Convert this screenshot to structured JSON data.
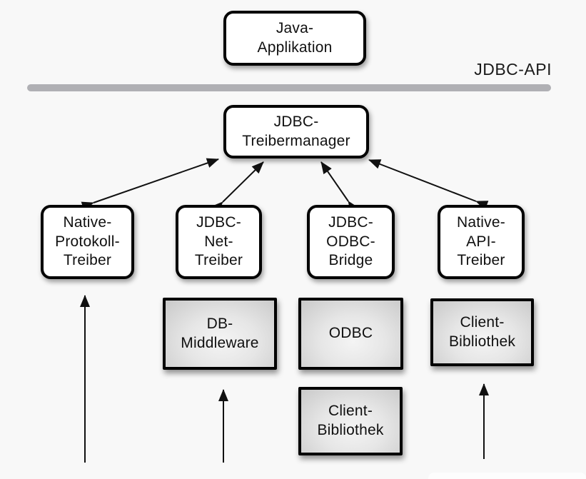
{
  "diagram": {
    "title_area": {
      "api_label": "JDBC-API"
    },
    "colors": {
      "background": "#f8f8f8",
      "separator": "#b0b0b4",
      "box_border": "#000000",
      "box_white_fill": "#ffffff",
      "box_gray_fill_center": "#f4f4f4",
      "box_gray_fill_edge": "#c9c9c9",
      "text": "#101010",
      "arrow": "#111111"
    },
    "nodes": {
      "java_application": {
        "label": "Java-\nApplikation"
      },
      "jdbc_treibermanager": {
        "label": "JDBC-\nTreibermanager"
      },
      "native_protokoll_treiber": {
        "label": "Native-\nProtokoll-\nTreiber"
      },
      "jdbc_net_treiber": {
        "label": "JDBC-\nNet-\nTreiber"
      },
      "jdbc_odbc_bridge": {
        "label": "JDBC-\nODBC-\nBridge"
      },
      "native_api_treiber": {
        "label": "Native-\nAPI-\nTreiber"
      },
      "db_middleware": {
        "label": "DB-\nMiddleware"
      },
      "odbc": {
        "label": "ODBC"
      },
      "client_bibliothek_right": {
        "label": "Client-\nBibliothek"
      },
      "client_bibliothek_bottom": {
        "label": "Client-\nBibliothek"
      }
    },
    "connections": [
      {
        "from": "jdbc_treibermanager",
        "to": "native_protokoll_treiber",
        "type": "bidirectional"
      },
      {
        "from": "jdbc_treibermanager",
        "to": "jdbc_net_treiber",
        "type": "bidirectional"
      },
      {
        "from": "jdbc_treibermanager",
        "to": "jdbc_odbc_bridge",
        "type": "bidirectional"
      },
      {
        "from": "jdbc_treibermanager",
        "to": "native_api_treiber",
        "type": "bidirectional"
      },
      {
        "from": "bottom_edge",
        "to": "native_protokoll_treiber",
        "type": "up-arrow"
      },
      {
        "from": "bottom_edge",
        "to": "db_middleware",
        "type": "up-arrow"
      },
      {
        "from": "bottom_edge",
        "to": "client_bibliothek_right",
        "type": "up-arrow"
      }
    ]
  }
}
